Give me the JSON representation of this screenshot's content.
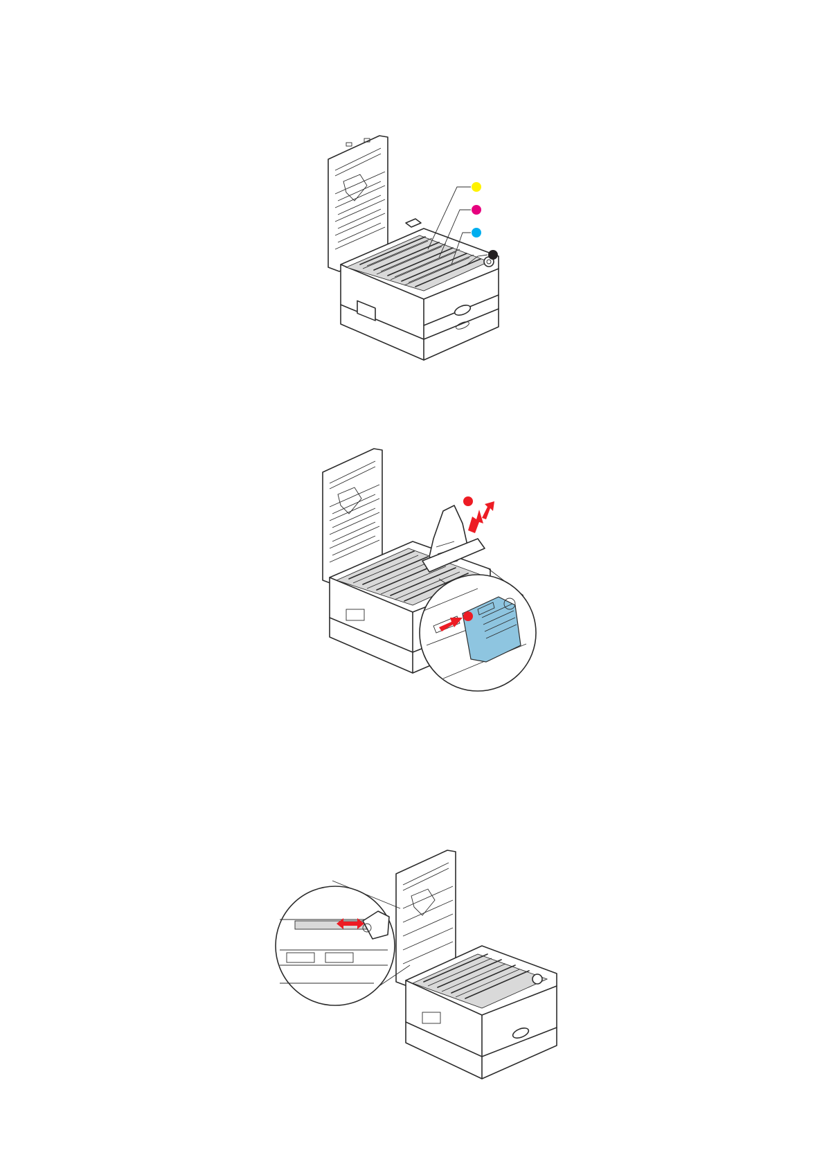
{
  "colors": {
    "yellow": "#fff200",
    "magenta": "#e6007e",
    "cyan": "#00aeef",
    "black": "#231f20",
    "red_marker": "#ed1c24",
    "blue_cover": "#8ec5e0",
    "line": "#2b2b2b"
  },
  "figure1": {
    "callouts": [
      {
        "name": "yellow",
        "color": "#fff200"
      },
      {
        "name": "magenta",
        "color": "#e6007e"
      },
      {
        "name": "cyan",
        "color": "#00aeef"
      },
      {
        "name": "black",
        "color": "#231f20"
      }
    ]
  },
  "figure2": {
    "markers": [
      "red-dot",
      "red-dot"
    ],
    "arrows": [
      "red-arrow-up",
      "red-arrow-up",
      "red-arrow-right"
    ]
  },
  "figure3": {
    "arrows": [
      "red-double-arrow"
    ]
  }
}
